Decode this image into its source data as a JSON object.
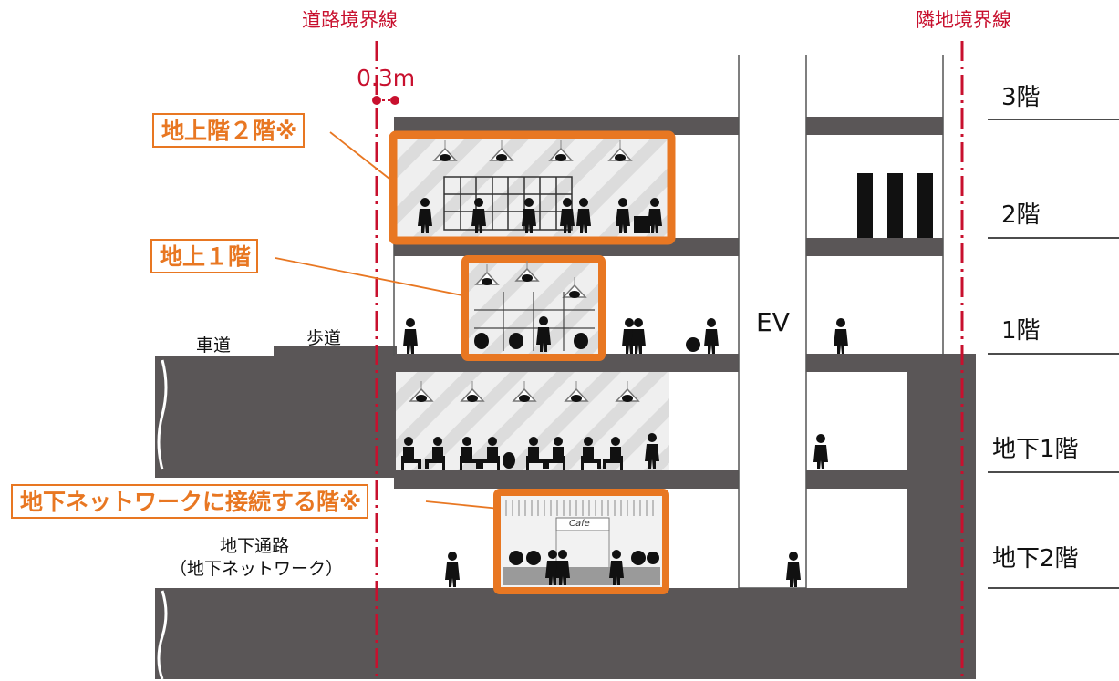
{
  "title_labels": {
    "road_boundary": "道路境界線",
    "adjacent_boundary": "隣地境界線",
    "setback": "0.3m"
  },
  "colors": {
    "building": "#5a5657",
    "boundary_red": "#c8102e",
    "callout_orange": "#e87722",
    "floor_interior": "#e9e9e9"
  },
  "floors": [
    "3階",
    "2階",
    "1階",
    "地下1階",
    "地下2階"
  ],
  "side_labels": {
    "roadway": "車道",
    "sidewalk": "歩道",
    "underground_passage": "地下通路",
    "underground_network": "（地下ネットワーク）"
  },
  "elevator": "EV",
  "callouts": {
    "ground_2f": "地上階２階※",
    "ground_1f": "地上１階",
    "underground_connected": "地下ネットワークに接続する階※"
  },
  "shop_sign": "Cafe"
}
